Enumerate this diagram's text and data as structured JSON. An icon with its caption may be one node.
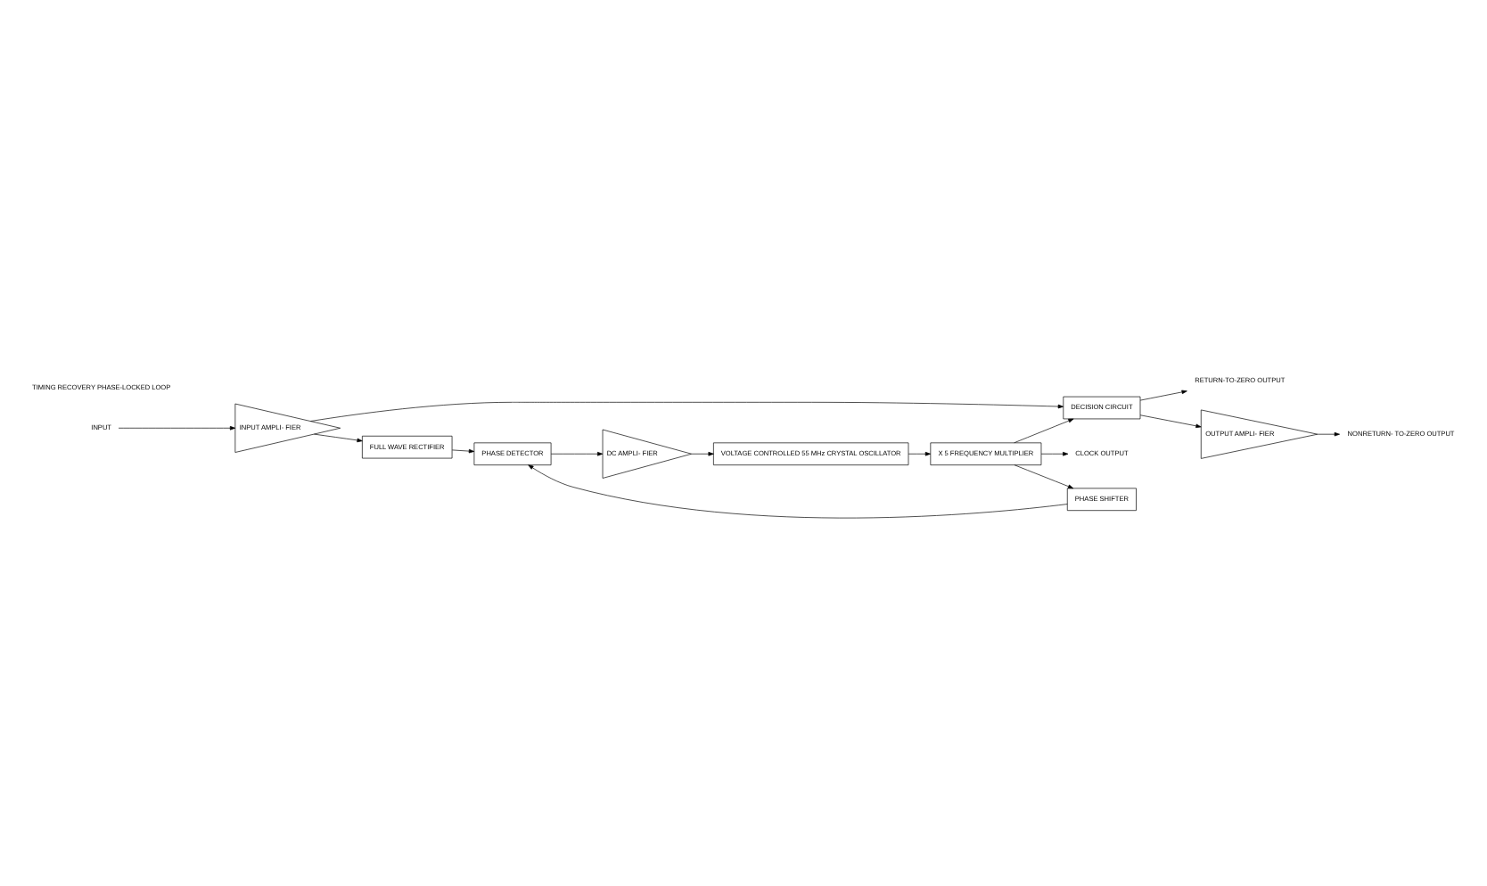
{
  "diagram": {
    "nodes": [
      {
        "text": [
          "INPUT"
        ]
      },
      {
        "text": [
          "INPUT AMPLI- FIER"
        ]
      },
      {
        "text": [
          "DECISION CIRCUIT"
        ]
      },
      {
        "text": [
          "RETURN-TO-ZERO OUTPUT"
        ]
      },
      {
        "text": [
          "FULL WAVE RECTIFIER"
        ]
      },
      {
        "text": [
          "OUTPUT AMPLI- FIER"
        ]
      },
      {
        "text": [
          "NONRETURN- TO-ZERO OUTPUT"
        ]
      },
      {
        "text": [
          "PHASE DETECTOR"
        ]
      },
      {
        "text": [
          "PHASE SHIFTER"
        ]
      },
      {
        "text": [
          "X 5 FREQUENCY MULTIPLIER"
        ]
      },
      {
        "text": [
          "CLOCK OUTPUT"
        ]
      },
      {
        "text": [
          "DC AMPLI- FIER"
        ]
      },
      {
        "text": [
          "VOLTAGE CONTROLLED 55 MHz CRYSTAL OSCILLATOR"
        ]
      }
    ],
    "edges": [
      {
        "from": 0,
        "to": 1,
        "arrow": "to"
      },
      {
        "from": 1,
        "to": 2,
        "arrow": "to"
      },
      {
        "from": 1,
        "to": 4,
        "arrow": "to"
      },
      {
        "from": 2,
        "to": 3,
        "arrow": "to"
      },
      {
        "from": 2,
        "to": 5,
        "arrow": "to"
      },
      {
        "from": 5,
        "to": 6,
        "arrow": "to"
      },
      {
        "from": 4,
        "to": 7,
        "arrow": "to"
      },
      {
        "from": 9,
        "to": 8,
        "arrow": "to"
      },
      {
        "from": 8,
        "to": 7,
        "arrow": "to"
      },
      {
        "from": 9,
        "to": 10,
        "arrow": "to"
      },
      {
        "from": 9,
        "to": 2,
        "arrow": "to"
      },
      {
        "from": 7,
        "to": 11,
        "arrow": "to"
      },
      {
        "from": 11,
        "to": 12,
        "arrow": "to"
      },
      {
        "from": 12,
        "to": 9,
        "arrow": "to"
      }
    ],
    "labels": [
      "TIMING RECOVERY PHASE-LOCKED LOOP"
    ]
  }
}
